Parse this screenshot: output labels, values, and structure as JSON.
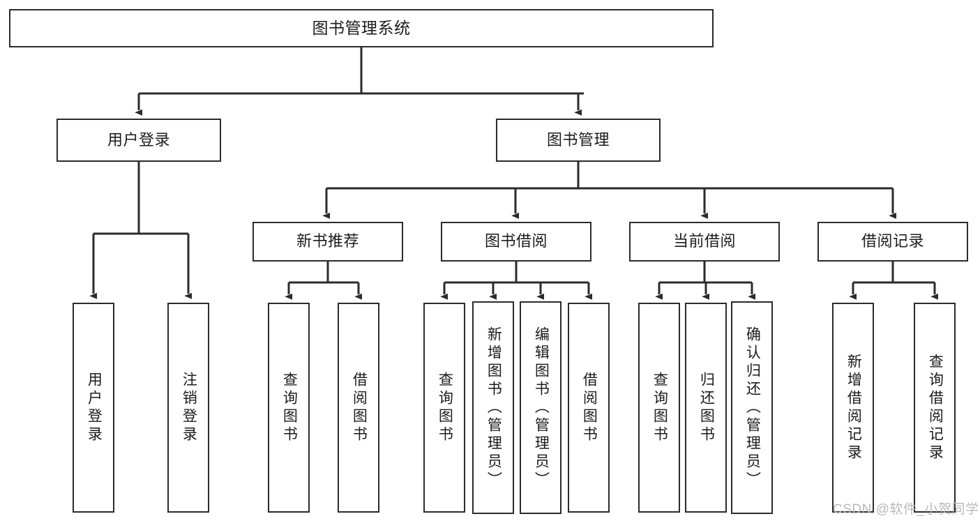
{
  "diagram": {
    "title": "图书管理系统",
    "watermark": "CSDN @软件_小贺同学",
    "colors": {
      "stroke": "#2b2b2b",
      "fill": "#ffffff",
      "text": "#1b1b1b",
      "watermark": "#b9b9b9"
    },
    "nodes": {
      "root": {
        "label": "图书管理系统"
      },
      "level2": [
        {
          "id": "user-login",
          "label": "用户登录"
        },
        {
          "id": "book-manage",
          "label": "图书管理"
        }
      ],
      "level3": [
        {
          "id": "new-book-recommend",
          "label": "新书推荐"
        },
        {
          "id": "book-borrow",
          "label": "图书借阅"
        },
        {
          "id": "current-borrow",
          "label": "当前借阅"
        },
        {
          "id": "borrow-record",
          "label": "借阅记录"
        }
      ],
      "leaves": {
        "user-login": [
          {
            "id": "leaf-user-login",
            "label": "用户登录"
          },
          {
            "id": "leaf-user-logout",
            "label": "注销登录"
          }
        ],
        "new-book-recommend": [
          {
            "id": "leaf-query-book-1",
            "label": "查询图书"
          },
          {
            "id": "leaf-borrow-book-1",
            "label": "借阅图书"
          }
        ],
        "book-borrow": [
          {
            "id": "leaf-query-book-2",
            "label": "查询图书"
          },
          {
            "id": "leaf-add-book",
            "label": "新增图书（管理员）"
          },
          {
            "id": "leaf-edit-book",
            "label": "编辑图书（管理员）"
          },
          {
            "id": "leaf-borrow-book-2",
            "label": "借阅图书"
          }
        ],
        "current-borrow": [
          {
            "id": "leaf-query-book-3",
            "label": "查询图书"
          },
          {
            "id": "leaf-return-book",
            "label": "归还图书"
          },
          {
            "id": "leaf-confirm-return",
            "label": "确认归还（管理员）"
          }
        ],
        "borrow-record": [
          {
            "id": "leaf-add-record",
            "label": "新增借阅记录"
          },
          {
            "id": "leaf-query-record",
            "label": "查询借阅记录"
          }
        ]
      }
    }
  }
}
